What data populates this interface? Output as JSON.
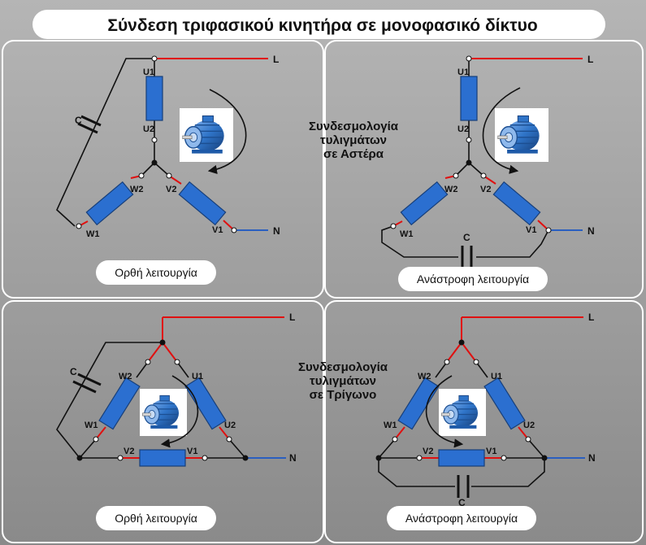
{
  "title": "Σύνδεση τριφασικού κινητήρα σε μονοφασικό δίκτυο",
  "star_heading": [
    "Συνδεσμολογία",
    "τυλιγμάτων",
    "σε Αστέρα"
  ],
  "delta_heading": [
    "Συνδεσμολογία",
    "τυλιγμάτων",
    "σε Τρίγωνο"
  ],
  "captions": {
    "star_normal": "Ορθή λειτουργία",
    "star_reverse": "Ανάστροφη λειτουργία",
    "delta_normal": "Ορθή λειτουργία",
    "delta_reverse": "Ανάστροφη λειτουργία"
  },
  "line_labels": {
    "L": "L",
    "N": "N"
  },
  "capacitor_label": "C",
  "terminals": {
    "U1": "U1",
    "U2": "U2",
    "V1": "V1",
    "V2": "V2",
    "W1": "W1",
    "W2": "W2"
  },
  "colors": {
    "background": "#9c9c9c",
    "panel_border": "#ffffff",
    "winding": "#2b6fd0",
    "winding_border": "#173f7a",
    "line_wire": "#e01010",
    "neutral_wire": "#2a5fc0",
    "wire": "#111111",
    "motor_body": "#2f74c8"
  },
  "icons": [
    "motor-icon",
    "rotation-arrow-icon",
    "capacitor-icon"
  ]
}
